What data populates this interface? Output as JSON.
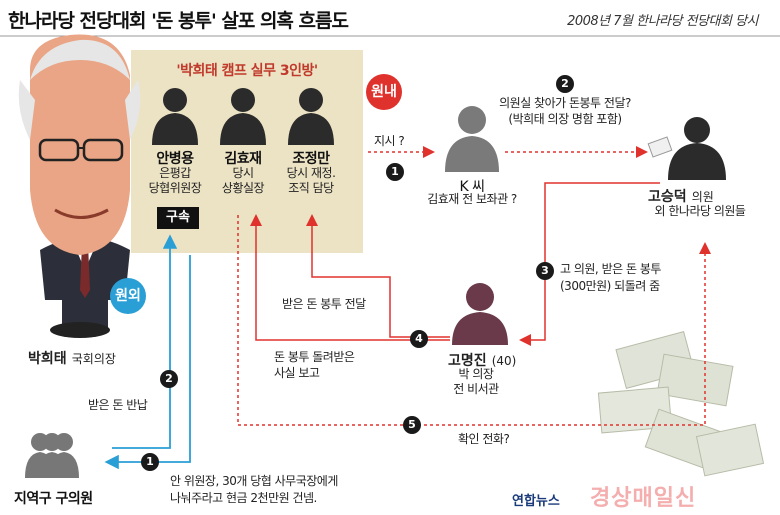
{
  "title": "한나라당 전당대회 '돈 봉투' 살포 의혹 흐름도",
  "subtitle": "2008년 7월 한나라당 전당대회 당시",
  "camp": {
    "title": "'박희태 캠프 실무 3인방'"
  },
  "people": {
    "ahn": {
      "name": "안병용",
      "line1": "은평갑",
      "line2": "당협위원장",
      "badge": "구속"
    },
    "kim": {
      "name": "김효재",
      "line1": "당시",
      "line2": "상황실장"
    },
    "cho": {
      "name": "조정만",
      "line1": "당시 재정.",
      "line2": "조직 담당"
    },
    "park": {
      "name": "박희태",
      "role": "국회의장"
    },
    "k": {
      "name": "K 씨",
      "role": "김효재 전 보좌관 ?"
    },
    "go_sd": {
      "name": "고승덕",
      "suffix": "의원",
      "role": "외 한나라당 의원들"
    },
    "go_mj": {
      "name": "고명진",
      "age": "(40)",
      "line1": "박 의장",
      "line2": "전 비서관"
    },
    "district": {
      "name": "지역구 구의원"
    }
  },
  "badges": {
    "inside": "원내",
    "outside": "원외"
  },
  "steps": [
    {
      "num": "1",
      "text": "안 위원장, 30개 당협 사무국장에게",
      "text2": "나눠주라고 현금 2천만원 건넴."
    },
    {
      "num": "2",
      "text": "받은 돈 반납"
    },
    {
      "num": "1",
      "text": "지시 ?"
    },
    {
      "num": "2",
      "text": "의원실 찾아가 돈봉투 전달?",
      "text2": "(박희태 의장 명함 포함)"
    },
    {
      "num": "3",
      "text": "고 의원, 받은 돈 봉투",
      "text2": "(300만원) 되돌려 줌"
    },
    {
      "num": "4",
      "text": "받은 돈 봉투 전달",
      "text2": "돈 봉투 돌려받은",
      "text3": "사실 보고"
    },
    {
      "num": "5",
      "text": "확인 전화?"
    }
  ],
  "footer": {
    "agency": "연합뉴스",
    "watermark": "경상매일신"
  }
}
